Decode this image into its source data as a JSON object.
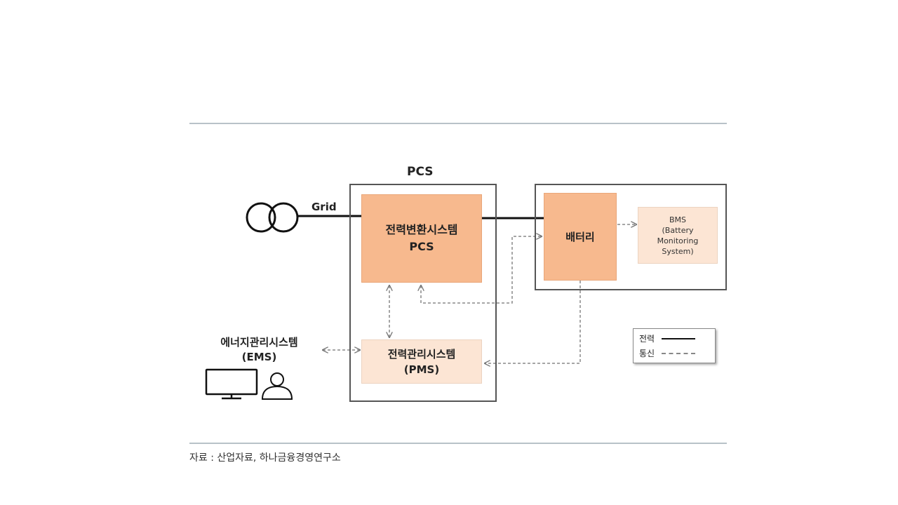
{
  "diagram": {
    "pcs_title": "PCS",
    "grid_label": "Grid",
    "pcs_box": {
      "line1": "전력변환시스템",
      "line2": "PCS"
    },
    "pms_box": {
      "line1": "전력관리시스템",
      "line2": "(PMS)"
    },
    "battery_box": {
      "label": "배터리"
    },
    "bms_box": {
      "line1": "BMS",
      "line2": "(Battery",
      "line3": "Monitoring",
      "line4": "System)"
    },
    "ems": {
      "line1": "에너지관리시스템",
      "line2": "(EMS)"
    },
    "legend": {
      "power": "전력",
      "communication": "통신"
    }
  },
  "source_note": "자료 : 산업자료, 하나금융경영연구소",
  "colors": {
    "primary_box": "#f7b98e",
    "secondary_box": "#fce5d4",
    "rule": "#b8c2c8",
    "power_line": "#111111",
    "comm_line": "#888888"
  },
  "icons": [
    "transformer-icon",
    "monitor-icon",
    "person-icon"
  ]
}
